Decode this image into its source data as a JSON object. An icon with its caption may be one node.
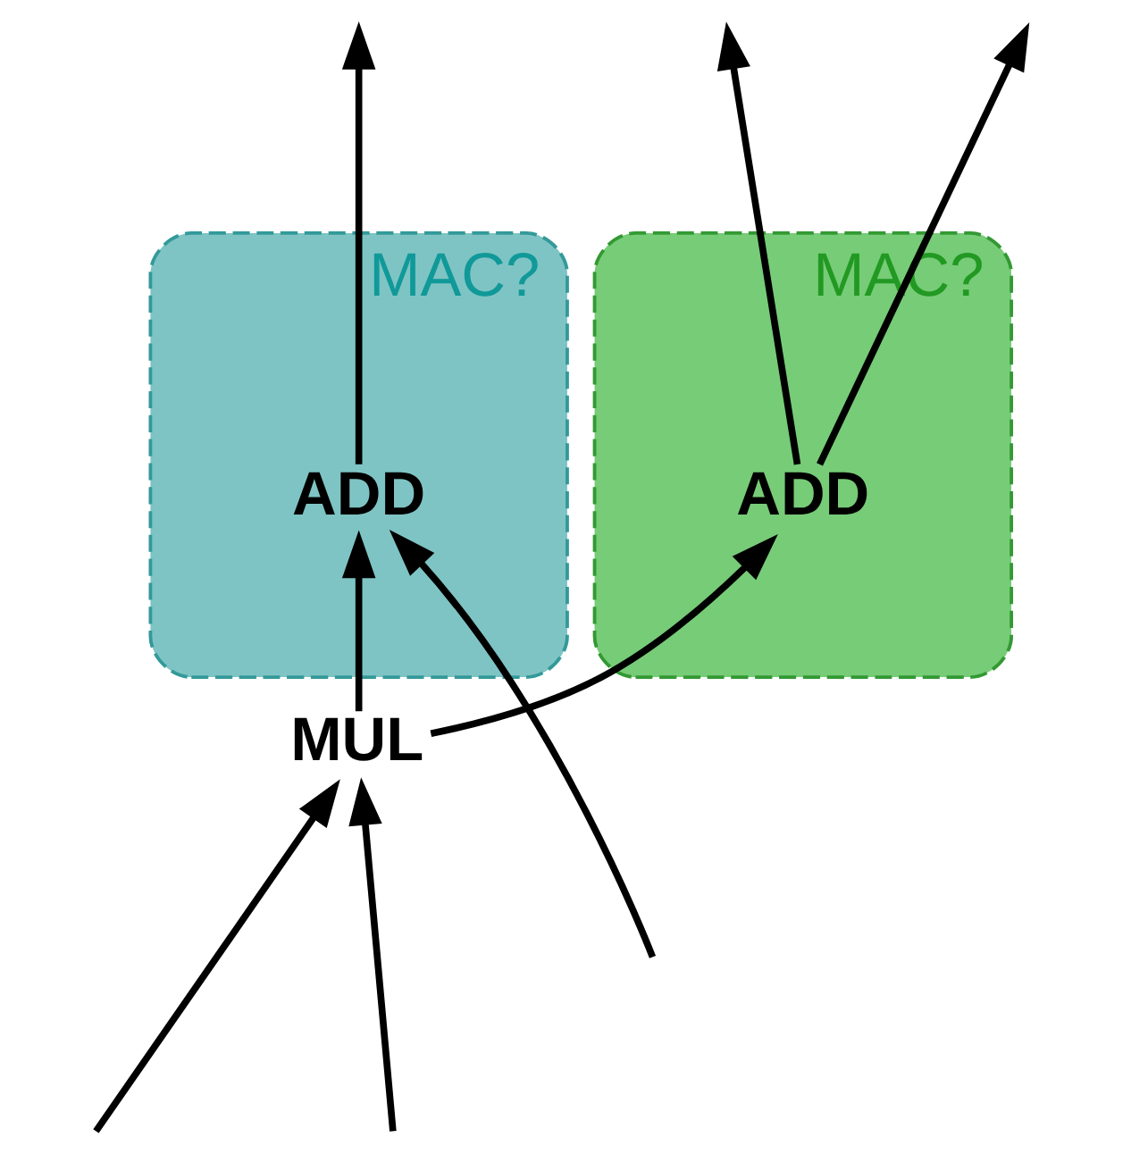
{
  "diagram": {
    "nodes": [
      {
        "text": [
          "MAC?"
        ]
      },
      {
        "text": [
          "MAC?"
        ]
      },
      {
        "text": [
          "ADD"
        ],
        "in": 0
      },
      {
        "text": [
          "ADD"
        ],
        "in": 1
      },
      {
        "text": [
          "MUL"
        ]
      }
    ],
    "edges": [
      {
        "from": null,
        "to": 4,
        "arrow": "to"
      },
      {
        "from": null,
        "to": 4,
        "arrow": "to"
      },
      {
        "from": 4,
        "to": 2,
        "arrow": "to"
      },
      {
        "from": 4,
        "to": 3,
        "arrow": "to"
      },
      {
        "from": null,
        "to": 3,
        "arrow": "to"
      },
      {
        "from": 2,
        "to": null,
        "arrow": "to"
      },
      {
        "from": 2,
        "to": null,
        "arrow": "to"
      },
      {
        "from": 3,
        "to": null,
        "arrow": "to"
      }
    ]
  }
}
